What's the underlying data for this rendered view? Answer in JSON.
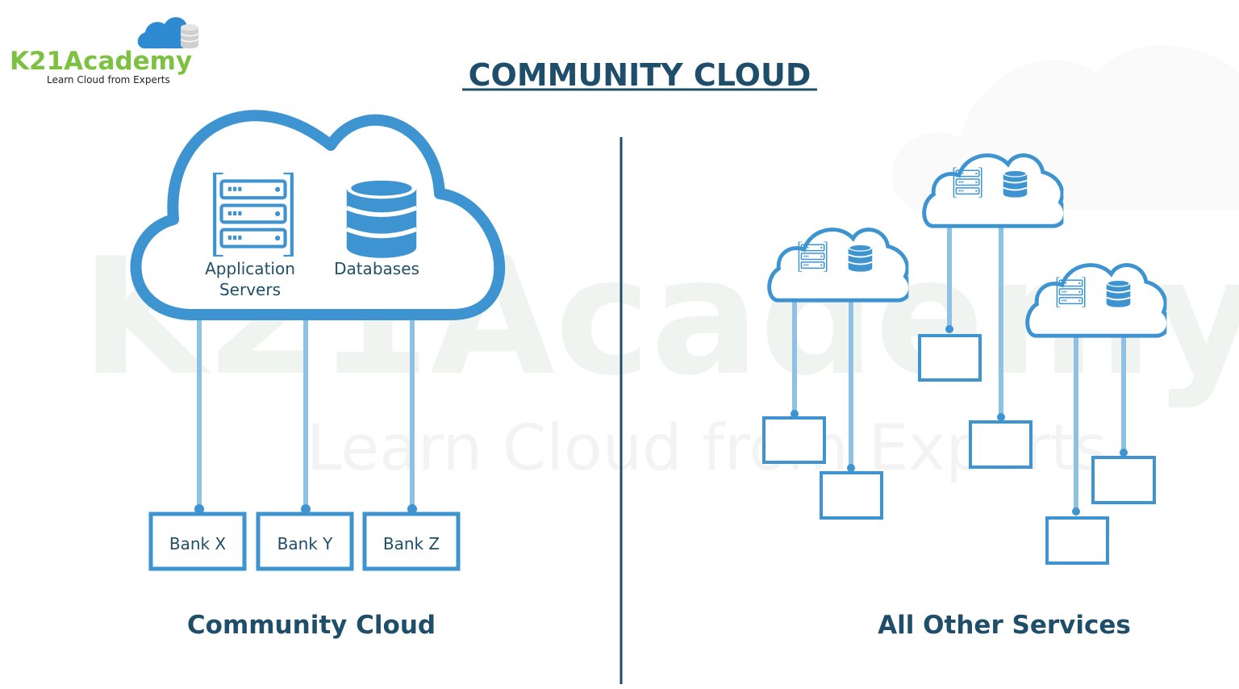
{
  "logo": {
    "name": "K21Academy",
    "tagline": "Learn Cloud from Experts"
  },
  "watermark": {
    "name": "K21Academy",
    "tagline": "Learn Cloud from Experts"
  },
  "title": "COMMUNITY CLOUD",
  "community": {
    "server_label_line1": "Application",
    "server_label_line2": "Servers",
    "database_label": "Databases",
    "banks": [
      "Bank X",
      "Bank Y",
      "Bank Z"
    ],
    "caption": "Community Cloud"
  },
  "other": {
    "caption": "All Other Services",
    "cloud_count": 3,
    "box_count": 6
  },
  "colors": {
    "accent": "#3d94d1",
    "connector": "#8fc1e3",
    "text": "#1f4e6b",
    "brand_green": "#7dc142",
    "divider": "#1f4e6b"
  }
}
